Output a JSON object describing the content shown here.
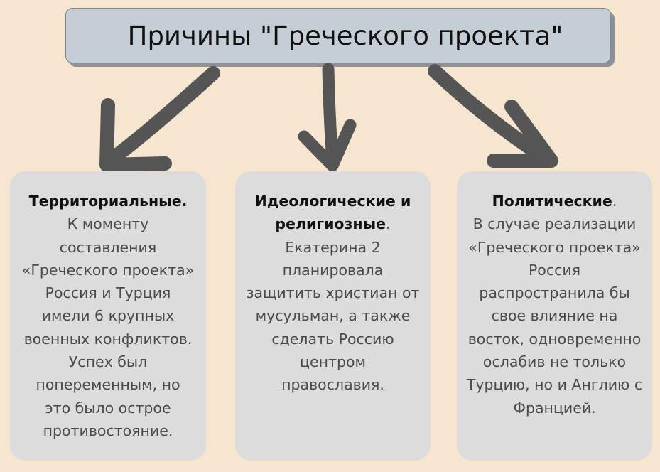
{
  "title": "Причины \"Греческого проекта\"",
  "colors": {
    "background": "#f6e5cf",
    "title_box": "#c5ced7",
    "card": "#dcdcdc",
    "arrow": "#555555"
  },
  "cards": [
    {
      "heading_lines": [
        "Территориальные."
      ],
      "heading_dot": "",
      "body_lines": [
        "К моменту",
        "составления",
        "«Греческого проекта»",
        "Россия и Турция",
        "имели 6 крупных",
        "военных конфликтов.",
        "Успех был",
        "попеременным, но",
        "это было острое",
        "противостояние."
      ]
    },
    {
      "heading_lines": [
        "Идеологические и",
        "религиозные"
      ],
      "heading_dot": ".",
      "body_lines": [
        "Екатерина 2",
        "планировала",
        "защитить христиан от",
        "мусульман, а также",
        "сделать Россию",
        "центром",
        "православия."
      ]
    },
    {
      "heading_lines": [
        "Политические"
      ],
      "heading_dot": ".",
      "body_lines": [
        "В случае реализации",
        "«Греческого проекта»",
        "Россия",
        "распространила бы",
        "свое влияние на",
        "восток, одновременно",
        "ослабив не только",
        "Турцию, но и Англию с",
        "Францией."
      ]
    }
  ]
}
